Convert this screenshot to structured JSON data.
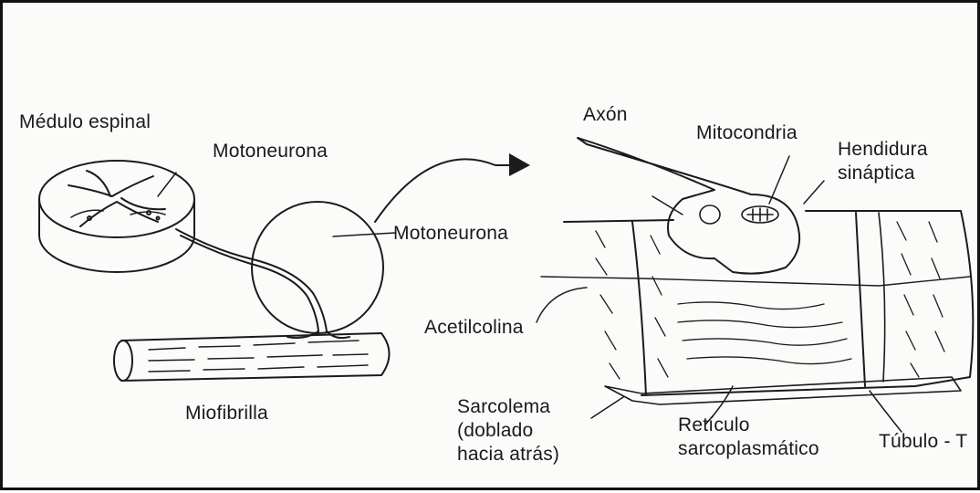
{
  "labels": {
    "medula_espinal": "Médulo espinal",
    "motoneurona_top": "Motoneurona",
    "motoneurona_mid": "Motoneurona",
    "miofibrilla": "Miofibrilla",
    "axon": "Axón",
    "mitocondria": "Mitocondria",
    "hendidura": "Hendidura\nsináptica",
    "acetilcolina": "Acetilcolina",
    "sarcolema": "Sarcolema\n(doblado\nhacia atrás)",
    "reticulo": "Retículo\nsarcoplasmático",
    "tubulo": "Túbulo - T"
  }
}
